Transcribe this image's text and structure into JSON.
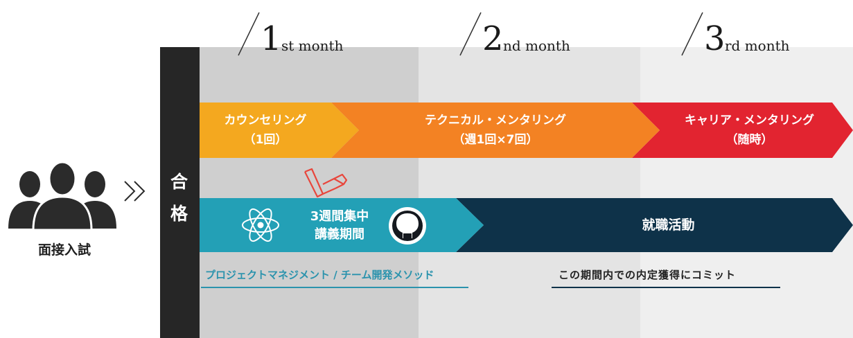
{
  "months": [
    {
      "num": "1",
      "suffix": "st month"
    },
    {
      "num": "2",
      "suffix": "nd month"
    },
    {
      "num": "3",
      "suffix": "rd month"
    }
  ],
  "entry": {
    "label": "面接入試",
    "icon": "people-group-icon"
  },
  "pass": {
    "chars": [
      "合",
      "格"
    ]
  },
  "mentoring": [
    {
      "title": "カウンセリング",
      "sub": "（1回）",
      "color": "#f4a81f"
    },
    {
      "title": "テクニカル・メンタリング",
      "sub": "（週1回×7回）",
      "color": "#f38223"
    },
    {
      "title": "キャリア・メンタリング",
      "sub": "（随時）",
      "color": "#e22430"
    }
  ],
  "lecture": {
    "line1": "3週間集中",
    "line2": "講義期間",
    "color": "#23a0b6"
  },
  "job": {
    "label": "就職活動",
    "color": "#0e3249"
  },
  "notes": {
    "left": "プロジェクトマネジメント / チーム開発メソッド",
    "right": "この期間内での内定獲得にコミット"
  },
  "icons": [
    "laravel-icon",
    "react-icon",
    "github-icon",
    "double-chevron-icon"
  ]
}
